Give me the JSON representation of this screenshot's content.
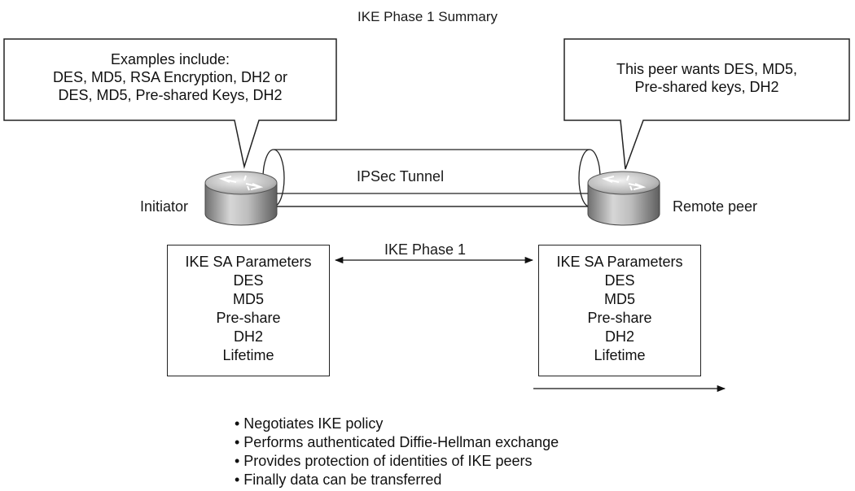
{
  "title": "IKE Phase 1 Summary",
  "left_callout": {
    "lines": [
      "Examples include:",
      "DES, MD5, RSA Encryption, DH2 or",
      "DES, MD5, Pre-shared Keys, DH2"
    ]
  },
  "right_callout": {
    "lines": [
      "This peer wants DES, MD5,",
      "Pre-shared keys, DH2"
    ]
  },
  "tunnel_label": "IPSec Tunnel",
  "left_router_label": "Initiator",
  "right_router_label": "Remote peer",
  "phase_label": "IKE Phase 1",
  "left_params": [
    "IKE SA Parameters",
    "DES",
    "MD5",
    "Pre-share",
    "DH2",
    "Lifetime"
  ],
  "right_params": [
    "IKE SA Parameters",
    "DES",
    "MD5",
    "Pre-share",
    "DH2",
    "Lifetime"
  ],
  "bullets": [
    "• Negotiates IKE policy",
    "• Performs authenticated Diffie-Hellman exchange",
    "• Provides protection of identities of IKE peers",
    "• Finally data can be transferred"
  ]
}
